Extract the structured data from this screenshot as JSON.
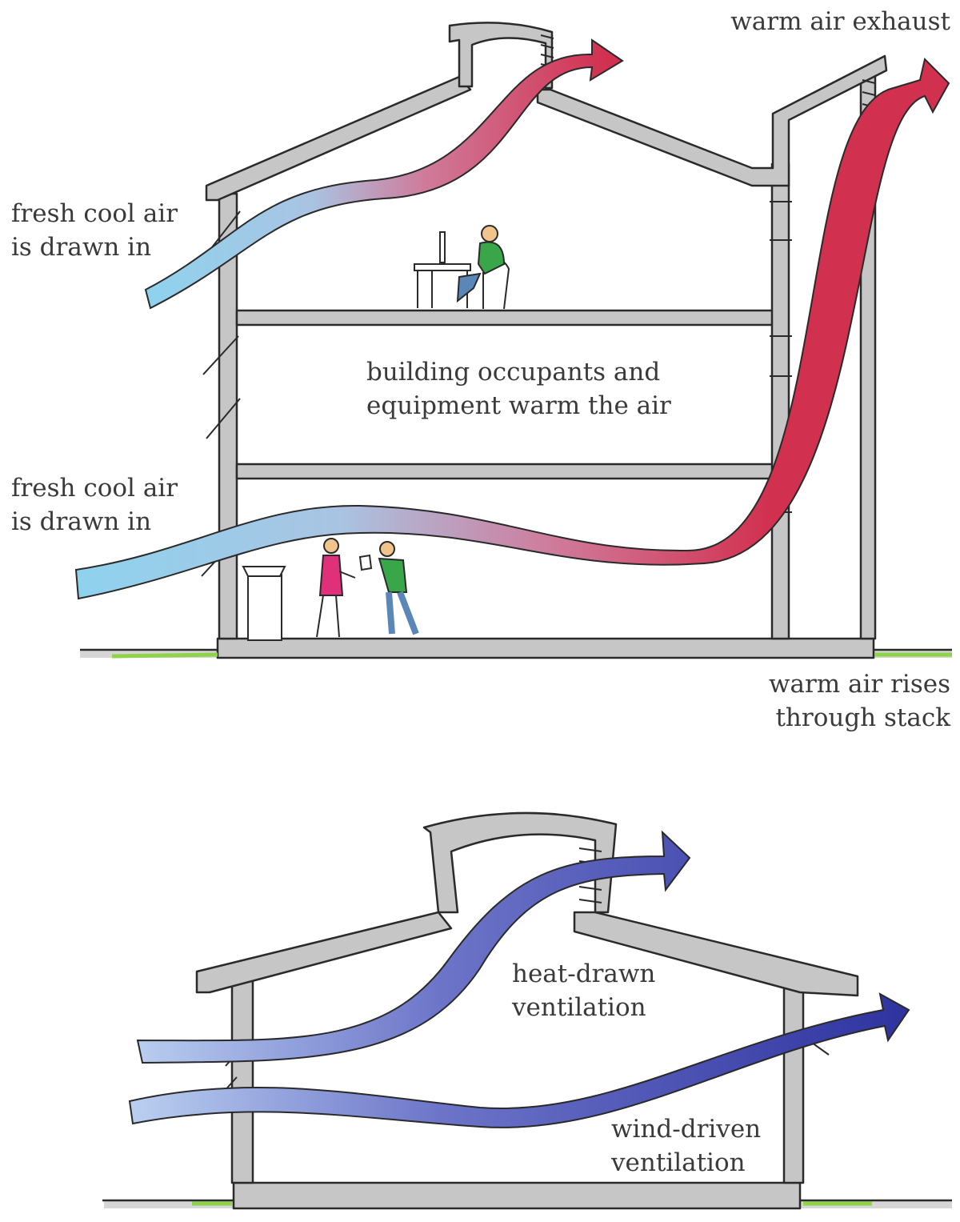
{
  "colors": {
    "wall": "#c6c6c6",
    "ink": "#2a2a2a",
    "cool_air": "#8fd2ee",
    "warm_air": "#d2304f",
    "vent_air": "#3236a4",
    "grass": "#8fd34a"
  },
  "top_diagram": {
    "labels": {
      "exhaust": "warm air exhaust",
      "upper_intake": [
        "fresh cool air",
        "is drawn in"
      ],
      "middle": [
        "building occupants and",
        "equipment warm the air"
      ],
      "lower_intake": [
        "fresh cool air",
        "is drawn in"
      ],
      "stack": [
        "warm air rises",
        "through stack"
      ]
    }
  },
  "bottom_diagram": {
    "labels": {
      "heat_drawn": [
        "heat-drawn",
        "ventilation"
      ],
      "wind_driven": [
        "wind-driven",
        "ventilation"
      ]
    }
  },
  "icons": [
    "person-at-desk-icon",
    "person-talking-icon",
    "person-holding-paper-icon",
    "copier-icon"
  ]
}
